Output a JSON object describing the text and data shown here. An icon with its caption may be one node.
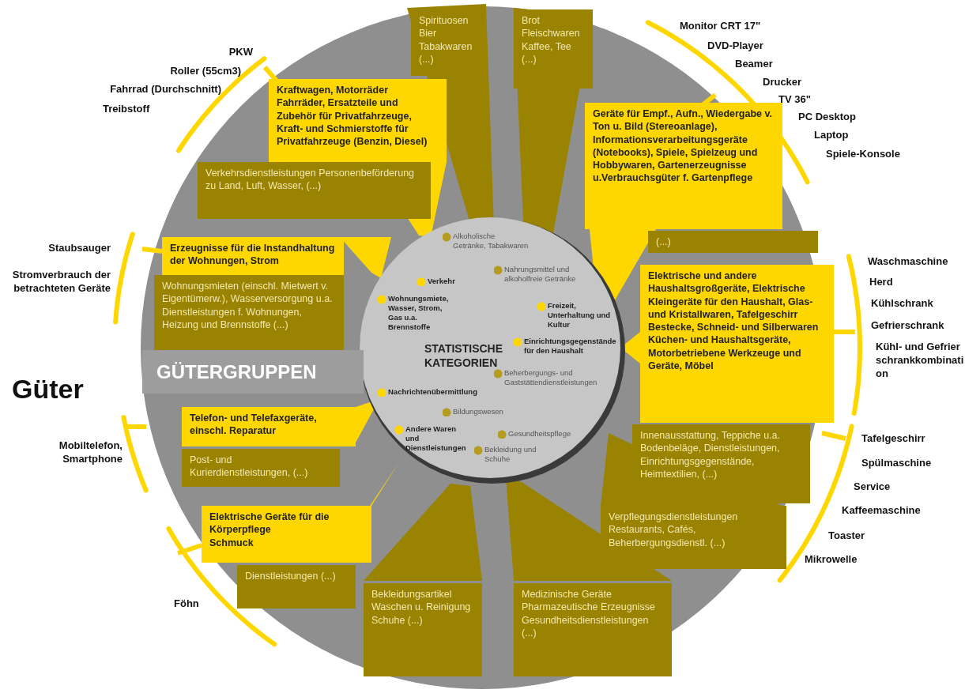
{
  "diagram": {
    "nodes": [
      {
        "text": [
          "STATISTISCHE KATEGORIEN"
        ]
      },
      {
        "text": [
          "Alkoholische Getränke, Tabakwaren"
        ],
        "in": 0
      },
      {
        "text": [
          "Nahrungsmittel und alkoholfreie Getränke"
        ],
        "in": 0
      },
      {
        "text": [
          "Verkehr"
        ],
        "in": 0
      },
      {
        "text": [
          "Wohnungsmiete, Wasser, Strom, Gas u.a. Brennstoffe"
        ],
        "in": 0
      },
      {
        "text": [
          "Freizeit, Unterhaltung und Kultur"
        ],
        "in": 0
      },
      {
        "text": [
          "Einrichtungsgegenstände für den Haushalt"
        ],
        "in": 0
      },
      {
        "text": [
          "Nachrichtenübermittlung"
        ],
        "in": 0
      },
      {
        "text": [
          "Beherbergungs- und Gaststättendienstleistungen"
        ],
        "in": 0
      },
      {
        "text": [
          "Bildungswesen"
        ],
        "in": 0
      },
      {
        "text": [
          "Andere Waren und Dienstleistungen"
        ],
        "in": 0
      },
      {
        "text": [
          "Gesundheitspflege"
        ],
        "in": 0
      },
      {
        "text": [
          "Bekleidung und Schuhe"
        ],
        "in": 0
      },
      {
        "text": [
          "Spirituosen Bier Tabakwaren (...)"
        ]
      },
      {
        "text": [
          "Brot Fleischwaren Kaffee, Tee (...)"
        ]
      },
      {
        "text": [
          "Kraftwagen, Motorräder Fahrräder, Ersatzteile und Zubehör für Privatfahrzeuge, Kraft- und Schmierstoffe für Privatfahrzeuge (Benzin, Diesel)"
        ]
      },
      {
        "text": [
          "Geräte für Empf., Aufn., Wiedergabe v. Ton u. Bild (Stereoanlage), Informationsverarbeitungsgeräte (Notebooks), Spiele, Spielzeug und Hobbywaren, Gartenerzeugnisse u.Verbrauchsgüter f. Gartenpflege"
        ]
      },
      {
        "text": [
          "Verkehrsdienstleistungen Personenbeförderung zu Land, Luft, Wasser, (...)"
        ]
      },
      {
        "text": [
          "(...)"
        ]
      },
      {
        "text": [
          "Erzeugnisse für die Instandhaltung der Wohnungen, Strom"
        ]
      },
      {
        "text": [
          "Elektrische und andere Haushaltsgroßgeräte, Elektrische Kleingeräte für den Haushalt, Glas- und Kristallwaren, Tafelgeschirr Bestecke, Schneid- und Silberwaren Küchen- und Haushaltsgeräte, Motorbetriebene Werkzeuge und Geräte, Möbel"
        ]
      },
      {
        "text": [
          "Wohnungsmieten (einschl. Mietwert v. Eigentümerw.), Wasserversorgung u.a. Dienstleistungen f. Wohnungen, Heizung und Brennstoffe (...)"
        ]
      },
      {
        "text": [
          "GÜTERGRUPPEN"
        ]
      },
      {
        "text": [
          "Telefon- und Telefaxgeräte, einschl. Reparatur"
        ]
      },
      {
        "text": [
          "Innenausstattung, Teppiche u.a. Bodenbeläge, Dienstleistungen, Einrichtungsgegenstände, Heimtextilien, (...)"
        ]
      },
      {
        "text": [
          "Post- und Kurierdienstleistungen, (...)"
        ]
      },
      {
        "text": [
          "Verpflegungsdienstleistungen Restaurants, Cafés, Beherbergungsdienstl. (...)"
        ]
      },
      {
        "text": [
          "Elektrische Geräte für die Körperpflege",
          "Schmuck"
        ]
      },
      {
        "text": [
          "Dienstleistungen (...)"
        ]
      },
      {
        "text": [
          "Bekleidungsartikel Waschen u. Reinigung Schuhe (...)"
        ]
      },
      {
        "text": [
          "Medizinische Geräte Pharmazeutische Erzeugnisse Gesundheitsdienstleistungen (...)"
        ]
      }
    ],
    "labels": [
      "PKW",
      "Monitor CRT 17\"",
      "DVD-Player",
      "Roller (55cm3)",
      "Beamer",
      "Fahrrad (Durchschnitt)",
      "Drucker",
      "TV 36\"",
      "Treibstoff",
      "PC Desktop",
      "Laptop",
      "Spiele-Konsole",
      "Staubsauger",
      "Waschmaschine",
      "Stromverbrauch der betrachteten Geräte",
      "Herd",
      "Kühlschrank",
      "Gefrierschrank",
      "Kühl- und Gefrierschrankkombination",
      "Güter",
      "Tafelgeschirr",
      "Mobiltelefon, Smartphone",
      "Spülmaschine",
      "Service",
      "Kaffeemaschine",
      "Toaster",
      "Mikrowelle",
      "Föhn"
    ]
  }
}
